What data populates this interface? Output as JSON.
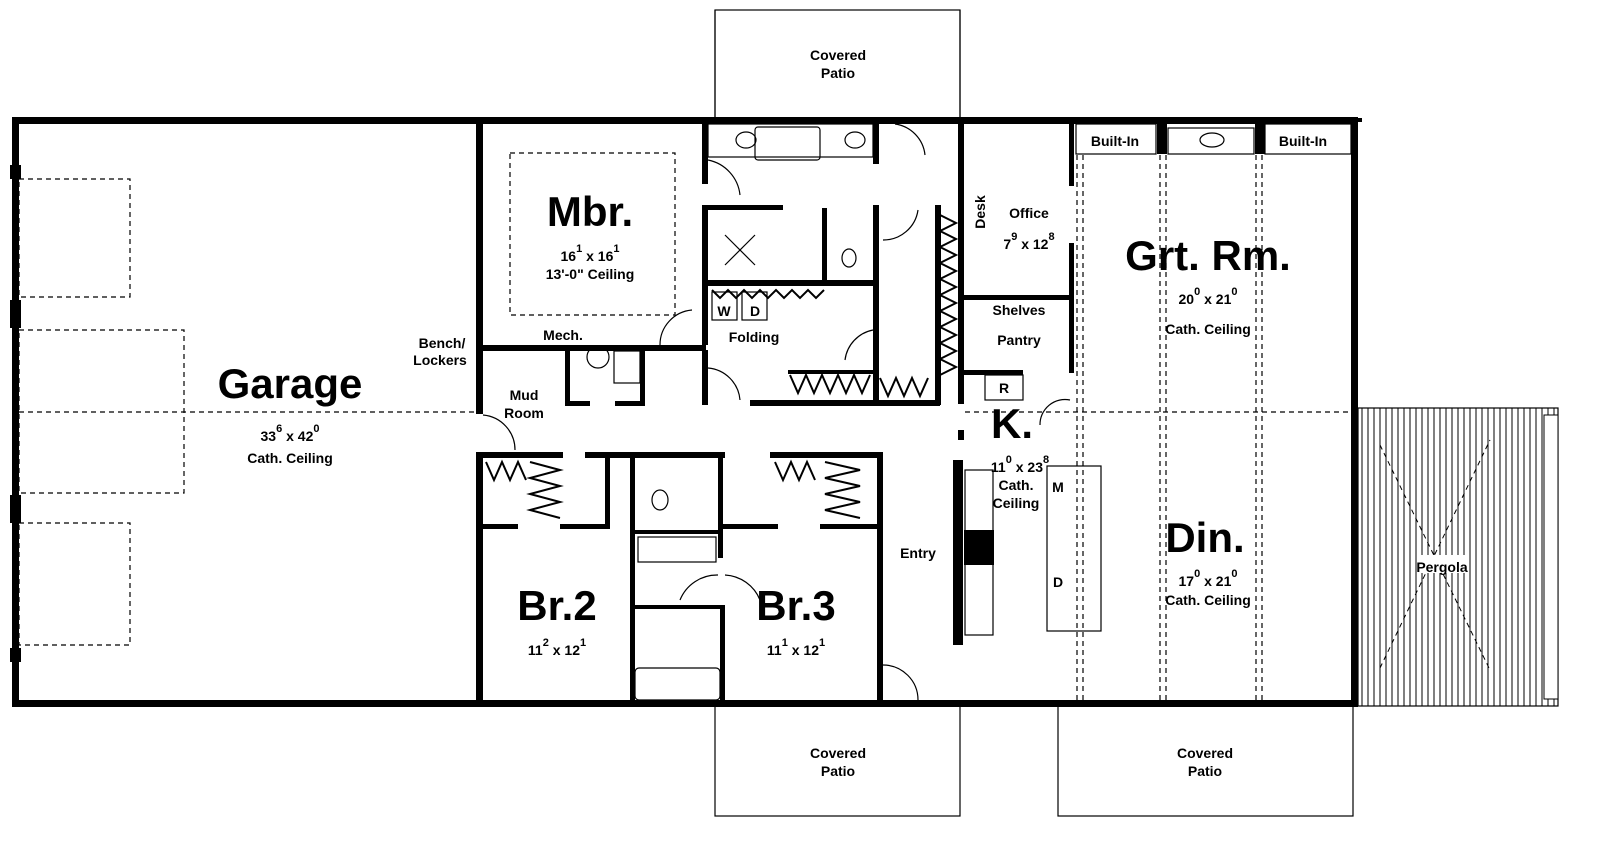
{
  "plan": {
    "rooms": {
      "garage": {
        "name": "Garage",
        "w": "33",
        "w_in": "6",
        "h": "42",
        "h_in": "0",
        "note": "Cath. Ceiling"
      },
      "mbr": {
        "name": "Mbr.",
        "w": "16",
        "w_in": "1",
        "h": "16",
        "h_in": "1",
        "note": "13'-0\" Ceiling"
      },
      "office": {
        "name": "Office",
        "w": "7",
        "w_in": "9",
        "h": "12",
        "h_in": "8"
      },
      "great_room": {
        "name": "Grt. Rm.",
        "w": "20",
        "w_in": "0",
        "h": "21",
        "h_in": "0",
        "note": "Cath. Ceiling"
      },
      "kitchen": {
        "name": "K.",
        "w": "11",
        "w_in": "0",
        "h": "23",
        "h_in": "8",
        "note1": "Cath.",
        "note2": "Ceiling"
      },
      "dining": {
        "name": "Din.",
        "w": "17",
        "w_in": "0",
        "h": "21",
        "h_in": "0",
        "note": "Cath. Ceiling"
      },
      "br2": {
        "name": "Br.2",
        "w": "11",
        "w_in": "2",
        "h": "12",
        "h_in": "1"
      },
      "br3": {
        "name": "Br.3",
        "w": "11",
        "w_in": "1",
        "h": "12",
        "h_in": "1"
      }
    },
    "labels": {
      "covered_patio_top": [
        "Covered",
        "Patio"
      ],
      "covered_patio_bottom_left": [
        "Covered",
        "Patio"
      ],
      "covered_patio_bottom_right": [
        "Covered",
        "Patio"
      ],
      "bench_lockers": [
        "Bench/",
        "Lockers"
      ],
      "mech": "Mech.",
      "mud_room": [
        "Mud",
        "Room"
      ],
      "folding": "Folding",
      "washer": "W",
      "dryer": "D",
      "desk": "Desk",
      "shelves": "Shelves",
      "pantry": "Pantry",
      "refrigerator": "R",
      "microwave": "M",
      "dishwasher": "D",
      "built_in_left": "Built-In",
      "built_in_right": "Built-In",
      "entry": "Entry",
      "pergola": "Pergola",
      "dim_separator": "x"
    }
  }
}
